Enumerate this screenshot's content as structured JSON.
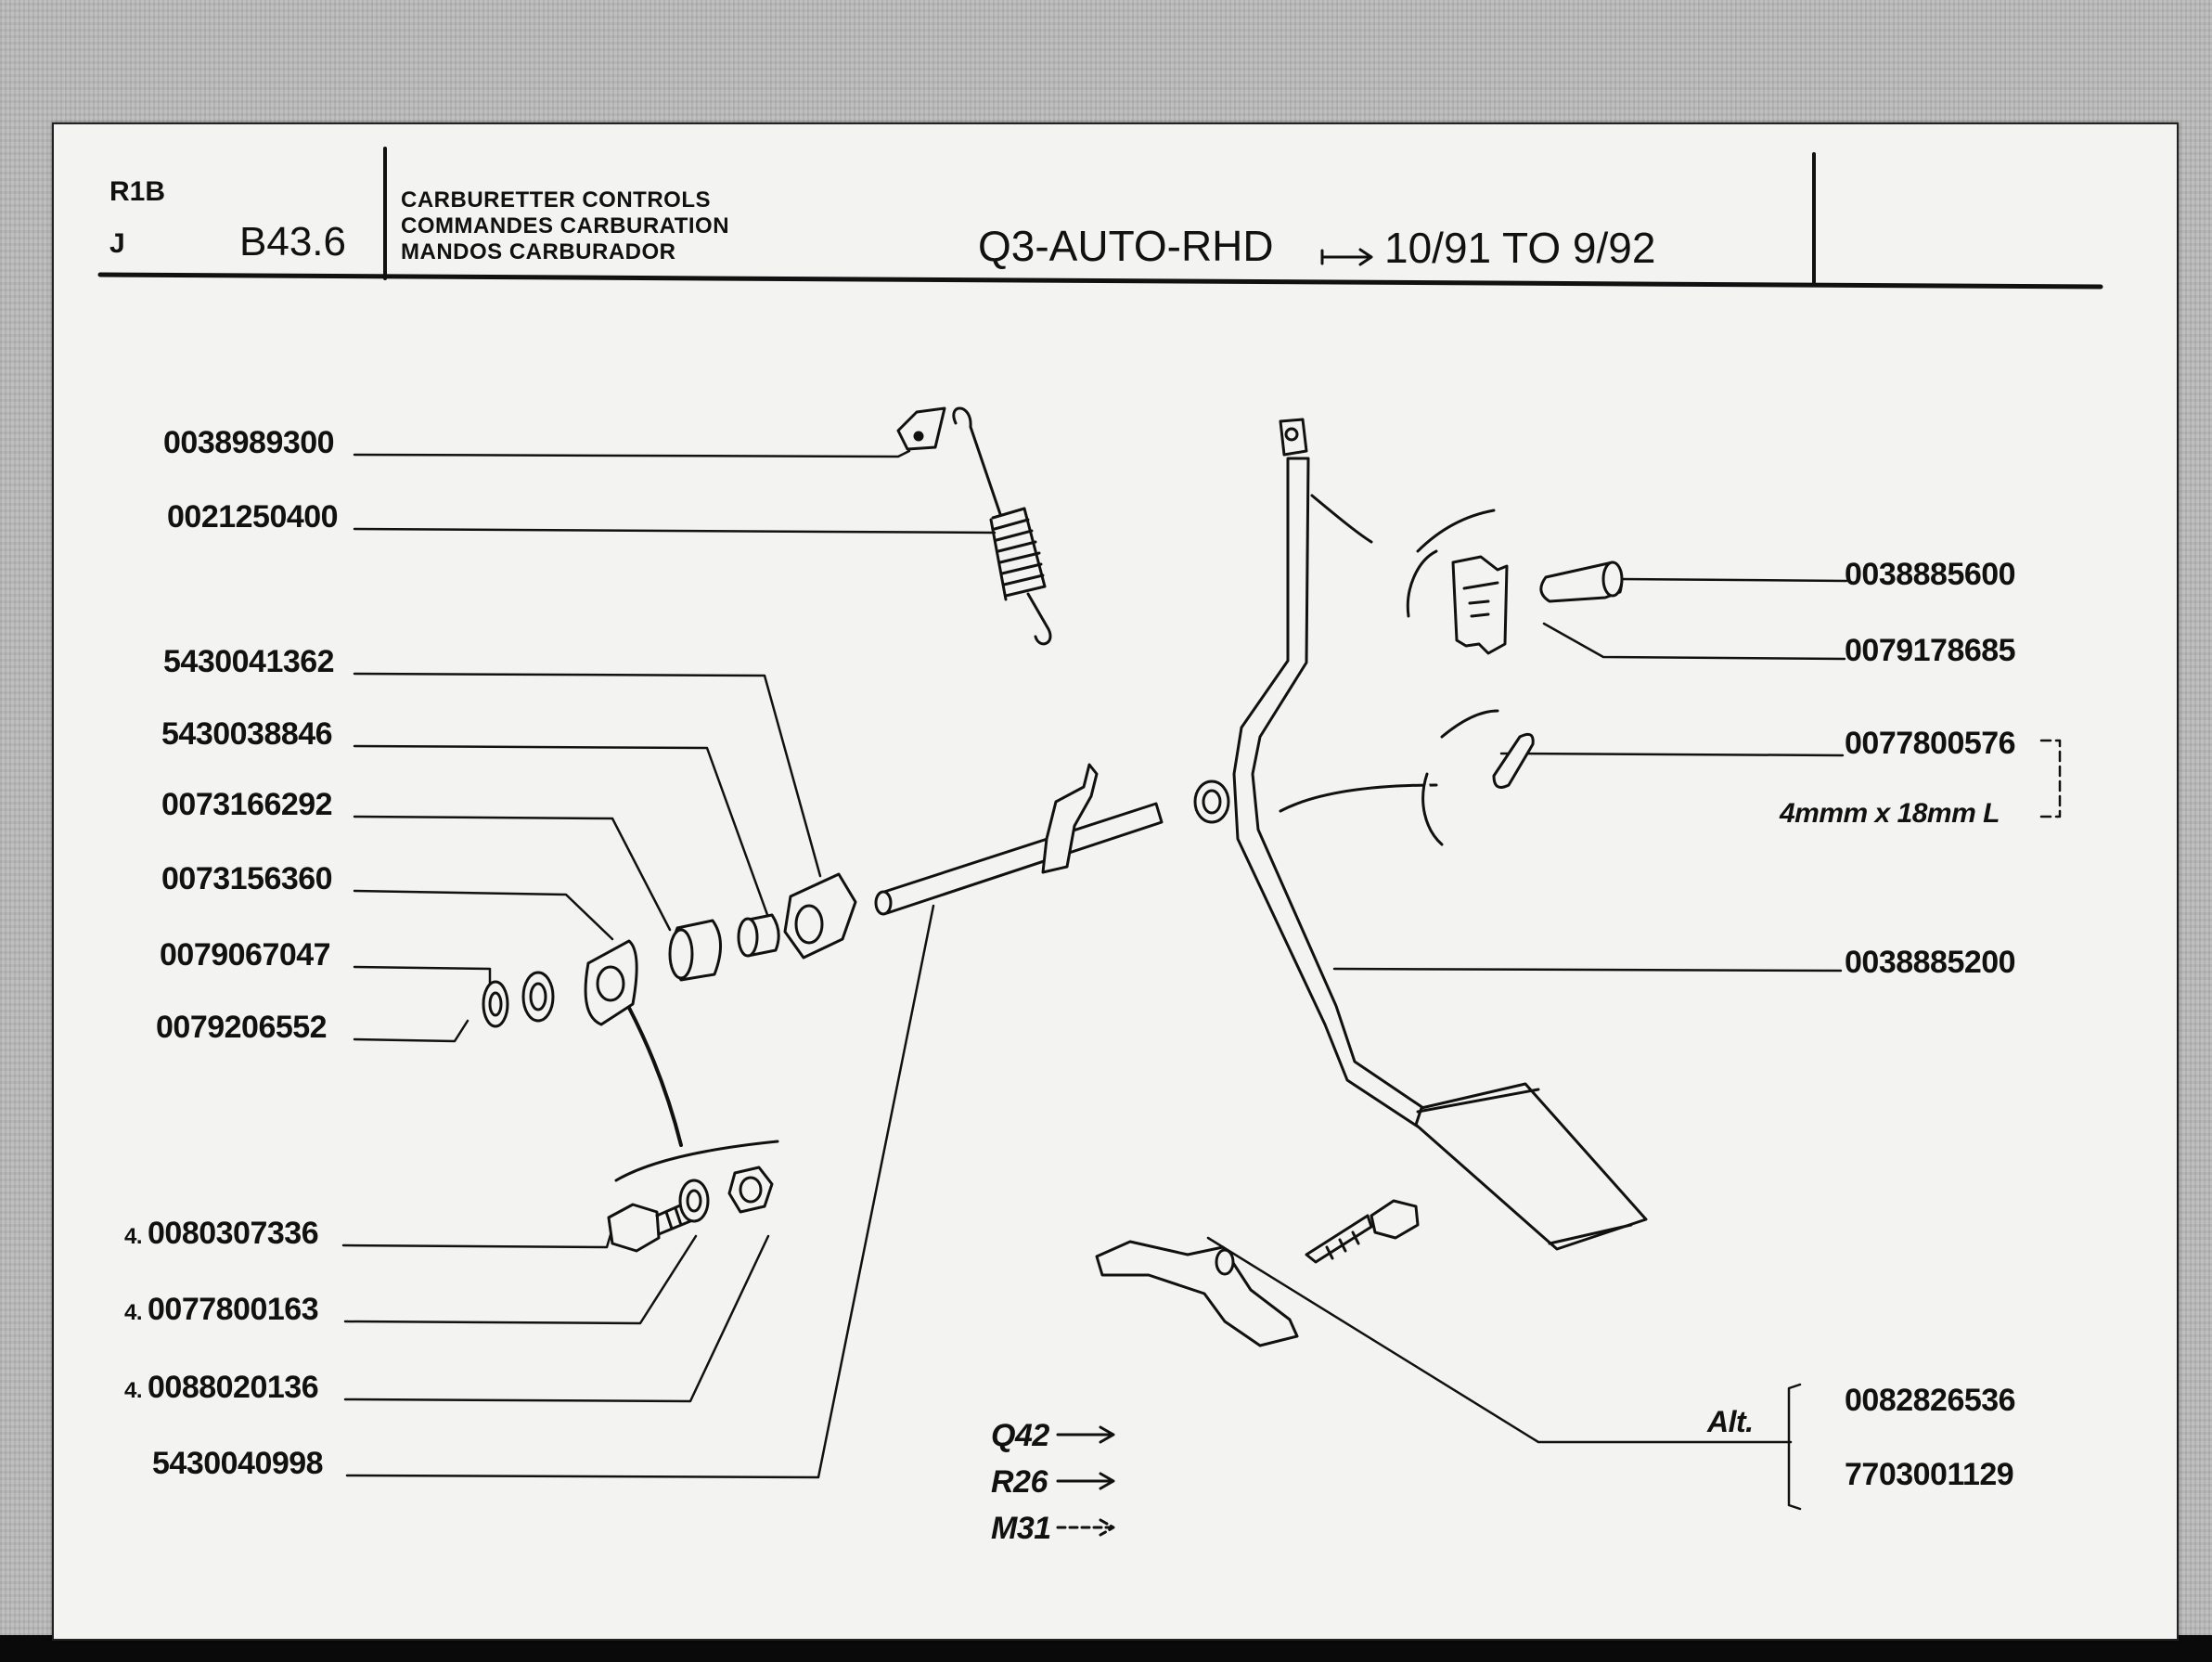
{
  "header": {
    "code_top": "R1B",
    "code_bottom": "J",
    "page_ref": "B43.6",
    "title_en": "CARBURETTER CONTROLS",
    "title_fr": "COMMANDES CARBURATION",
    "title_es": "MANDOS CARBURADOR",
    "model": "Q3-AUTO-RHD",
    "date_range": "10/91 TO 9/92"
  },
  "left_labels": [
    {
      "qty": "",
      "part": "0038989300"
    },
    {
      "qty": "",
      "part": "0021250400"
    },
    {
      "qty": "",
      "part": "5430041362"
    },
    {
      "qty": "",
      "part": "5430038846"
    },
    {
      "qty": "",
      "part": "0073166292"
    },
    {
      "qty": "",
      "part": "0073156360"
    },
    {
      "qty": "",
      "part": "0079067047"
    },
    {
      "qty": "",
      "part": "0079206552"
    },
    {
      "qty": "4.",
      "part": "0080307336"
    },
    {
      "qty": "4.",
      "part": "0077800163"
    },
    {
      "qty": "4.",
      "part": "0088020136"
    },
    {
      "qty": "",
      "part": "5430040998"
    }
  ],
  "right_labels": [
    {
      "part": "0038885600"
    },
    {
      "part": "0079178685"
    },
    {
      "part": "0077800576"
    },
    {
      "part": "0038885200"
    }
  ],
  "pin_size": "4mmm x 18mm L",
  "alt": {
    "label": "Alt.",
    "parts": [
      "0082826536",
      "7703001129"
    ]
  },
  "variants": [
    "Q42",
    "R26",
    "M31"
  ]
}
